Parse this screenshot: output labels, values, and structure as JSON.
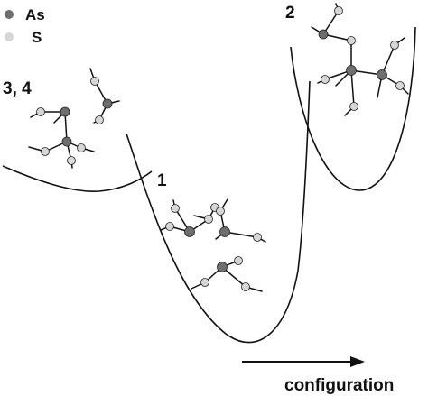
{
  "legend": {
    "as_label": "As",
    "s_label": "S"
  },
  "state_labels": {
    "state_34": "3, 4",
    "state_1": "1",
    "state_2": "2"
  },
  "axis": {
    "x_label": "configuration"
  },
  "colors": {
    "as_atom": "#6e6e6e",
    "s_atom": "#d6d6d6",
    "line": "#111111"
  }
}
